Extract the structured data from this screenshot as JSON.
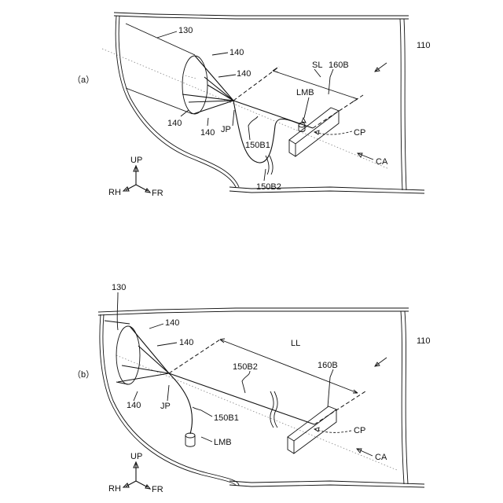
{
  "panel_a": {
    "label": "（a）",
    "ref_110": "110",
    "ref_130": "130",
    "ref_140_1": "140",
    "ref_140_2": "140",
    "ref_140_3": "140",
    "ref_140_4": "140",
    "ref_jp": "JP",
    "ref_150b1": "150B1",
    "ref_150b2": "150B2",
    "ref_sl": "SL",
    "ref_160b": "160B",
    "ref_lmb": "LMB",
    "ref_cp": "CP",
    "ref_ca": "CA",
    "axis_up": "UP",
    "axis_rh": "RH",
    "axis_fr": "FR"
  },
  "panel_b": {
    "label": "（b）",
    "ref_110": "110",
    "ref_130": "130",
    "ref_140_1": "140",
    "ref_140_2": "140",
    "ref_140_3": "140",
    "ref_jp": "JP",
    "ref_150b1": "150B1",
    "ref_150b2": "150B2",
    "ref_ll": "LL",
    "ref_160b": "160B",
    "ref_lmb": "LMB",
    "ref_cp": "CP",
    "ref_ca": "CA",
    "axis_up": "UP",
    "axis_rh": "RH",
    "axis_fr": "FR"
  }
}
